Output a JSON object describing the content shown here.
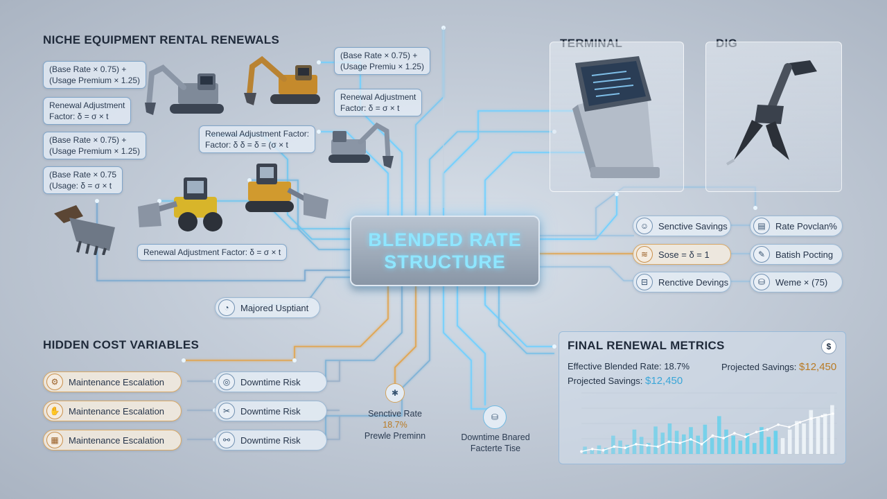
{
  "headings": {
    "niche": "NICHE EQUIPMENT RENTAL RENEWALS",
    "terminal": "TERMINAL",
    "dig": "DIG",
    "hidden": "HIDDEN COST VARIABLES",
    "final": "FINAL RENEWAL METRICS"
  },
  "left_chips": [
    {
      "l1": "(Base Rate × 0.75) +",
      "l2": "(Usage Premium × 1.25)"
    },
    {
      "l1": "Renewal Adjustment",
      "l2": "Factor: δ = σ × t"
    },
    {
      "l1": "(Base Rate × 0.75) +",
      "l2": "(Usage Premium × 1.25)"
    },
    {
      "l1": "(Base Rate × 0.75",
      "l2": "(Usage: δ = σ × t"
    }
  ],
  "top_chips": {
    "a": {
      "l1": "(Base Rate × 0.75) +",
      "l2": "(Usage Premiu × 1.25)"
    },
    "b": {
      "l1": "Renewal Adjustment",
      "l2": "Factor: δ = σ × t"
    },
    "c": {
      "l1": "Renewal Adjustment Factor:",
      "l2": "Factor: δ δ = δ = (σ × t"
    }
  },
  "renewal_chip": "Renewal Adjustment Factor: δ = σ × t",
  "center": {
    "l1": "BLENDED RATE",
    "l2": "STRUCTURE"
  },
  "majored": "Majored Usptiant",
  "right_pills": [
    {
      "label": "Senctive Savings",
      "icon": "☺"
    },
    {
      "label": "Rate Povclan%",
      "icon": "▤"
    },
    {
      "label": "Sose = δ = 1",
      "icon": "≋"
    },
    {
      "label": "Batish Pocting",
      "icon": "✎"
    },
    {
      "label": "Renctive Devings",
      "icon": "⊟"
    },
    {
      "label": "Weme × (75)",
      "icon": "⛁"
    }
  ],
  "hidden_rows": [
    {
      "left": "Maintenance Escalation",
      "right": "Downtime Risk",
      "li": "⚙",
      "ri": "◎"
    },
    {
      "left": "Maintenance Escalation",
      "right": "Downtime Risk",
      "li": "✋",
      "ri": "✂"
    },
    {
      "left": "Maintenance Escalation",
      "right": "Downtime Risk",
      "li": "▦",
      "ri": "⚯"
    }
  ],
  "sensitive": {
    "l1": "Senctive Rate",
    "l2": "18.7%",
    "l3": "Prewle Preminn"
  },
  "downtime_node": {
    "l1": "Downtime Bnared",
    "l2": "Facterte Tise"
  },
  "final": {
    "effective_label": "Effective Blended Rate: 18.7%",
    "projected_label": "Projected Savings: ",
    "projected_value": "$12,450",
    "projected2_label": "Projected Savings: ",
    "projected2_value": "$12,450",
    "badge": "$"
  },
  "colors": {
    "accent_blue": "#6fd6ff",
    "accent_orange": "#e2a44e",
    "bar_blue": "#5fd0ec",
    "bar_white": "#eef3f8"
  },
  "chart_data": {
    "type": "bar",
    "title": "",
    "xlabel": "",
    "ylabel": "",
    "ylim": [
      0,
      100
    ],
    "values": [
      12,
      8,
      14,
      10,
      30,
      22,
      15,
      40,
      28,
      18,
      45,
      35,
      50,
      38,
      32,
      44,
      30,
      48,
      26,
      62,
      40,
      30,
      22,
      34,
      18,
      44,
      28,
      38,
      26,
      40,
      54,
      50,
      72,
      60,
      66,
      80
    ],
    "line": [
      4,
      8,
      6,
      12,
      10,
      16,
      14,
      12,
      20,
      18,
      24,
      16,
      30,
      26,
      34,
      28,
      36,
      40,
      48,
      44,
      52,
      58,
      62,
      66
    ]
  }
}
